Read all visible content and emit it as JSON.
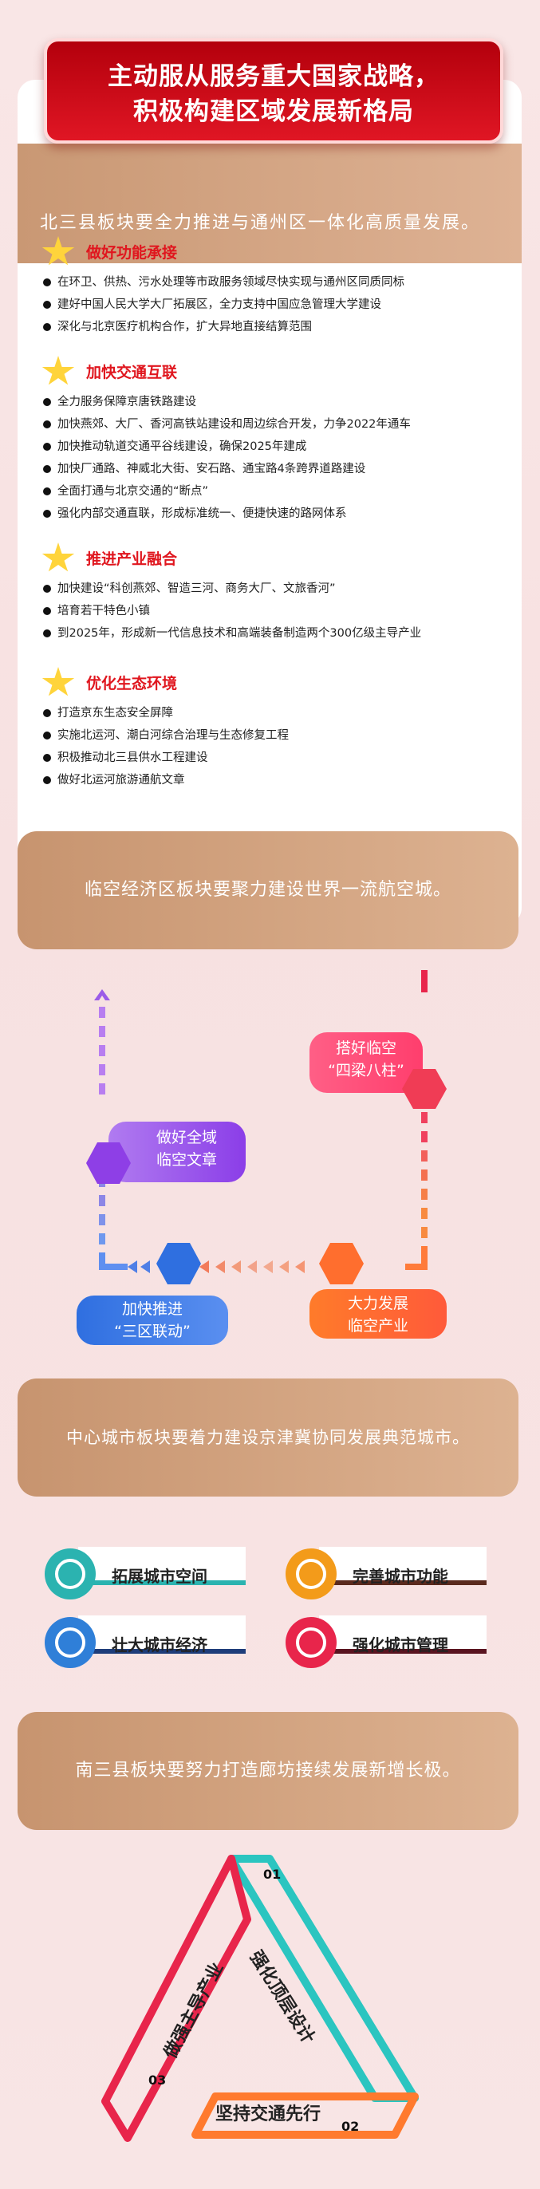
{
  "title": {
    "line1": "主动服从服务重大国家战略，",
    "line2": "积极构建区域发展新格局"
  },
  "north": {
    "intro": "北三县板块要全力推进与通州区一体化高质量发展。",
    "sections": [
      {
        "title": "做好功能承接",
        "items": [
          "在环卫、供热、污水处理等市政服务领域尽快实现与通州区同质同标",
          "建好中国人民大学大厂拓展区，全力支持中国应急管理大学建设",
          "深化与北京医疗机构合作，扩大异地直接结算范围"
        ]
      },
      {
        "title": "加快交通互联",
        "items": [
          "全力服务保障京唐铁路建设",
          "加快燕郊、大厂、香河高铁站建设和周边综合开发，力争2022年通车",
          "加快推动轨道交通平谷线建设，确保2025年建成",
          "加快厂通路、神威北大街、安石路、通宝路4条跨界道路建设",
          "全面打通与北京交通的“断点”",
          "强化内部交通直联，形成标准统一、便捷快速的路网体系"
        ]
      },
      {
        "title": "推进产业融合",
        "items": [
          "加快建设“科创燕郊、智造三河、商务大厂、文旅香河”",
          "培育若干特色小镇",
          "到2025年，形成新一代信息技术和高端装备制造两个300亿级主导产业"
        ]
      },
      {
        "title": "优化生态环境",
        "items": [
          "打造京东生态安全屏障",
          "实施北运河、潮白河综合治理与生态修复工程",
          "积极推动北三县供水工程建设",
          "做好北运河旅游通航文章"
        ]
      }
    ]
  },
  "airport": {
    "banner": "临空经济区板块要聚力建设世界一流航空城。",
    "nodes": {
      "top_right": {
        "line1": "搭好临空",
        "line2": "“四梁八柱”"
      },
      "left": {
        "line1": "做好全域",
        "line2": "临空文章"
      },
      "bottom_left": {
        "line1": "加快推进",
        "line2": "“三区联动”"
      },
      "bottom_right": {
        "line1": "大力发展",
        "line2": "临空产业"
      }
    }
  },
  "city": {
    "banner": "中心城市板块要着力建设京津冀协同发展典范城市。",
    "items": [
      "拓展城市空间",
      "完善城市功能",
      "壮大城市经济",
      "强化城市管理"
    ],
    "colors": [
      "#2bb3b0",
      "#f39b1a",
      "#2f7fd8",
      "#e8254b"
    ]
  },
  "south": {
    "banner": "南三县板块要努力打造廊坊接续发展新增长极。",
    "items": [
      {
        "num": "01",
        "label": "强化顶层设计"
      },
      {
        "num": "02",
        "label": "坚持交通先行"
      },
      {
        "num": "03",
        "label": "做强主导产业"
      }
    ]
  }
}
